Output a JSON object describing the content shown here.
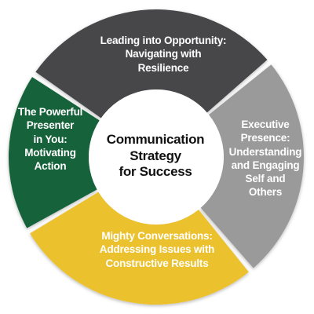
{
  "diagram": {
    "center_text": "Communication\nStrategy\nfor Success",
    "segments": [
      {
        "text": "Leading into Opportunity:\nNavigating with\nResilience",
        "color": "#464649"
      },
      {
        "text": "Executive\nPresence:\nUnderstanding\nand Engaging\nSelf and\nOthers",
        "color": "#9a9a9a"
      },
      {
        "text": "Mighty Conversations:\nAddressing Issues with\nConstructive Results",
        "color": "#ebc12f"
      },
      {
        "text": "The Powerful\nPresenter\nin You:\nMotivating\nAction",
        "color": "#14623a"
      }
    ],
    "center_color": "#ffffff",
    "text_color_segments": "#ffffff",
    "text_color_center": "#111111"
  }
}
